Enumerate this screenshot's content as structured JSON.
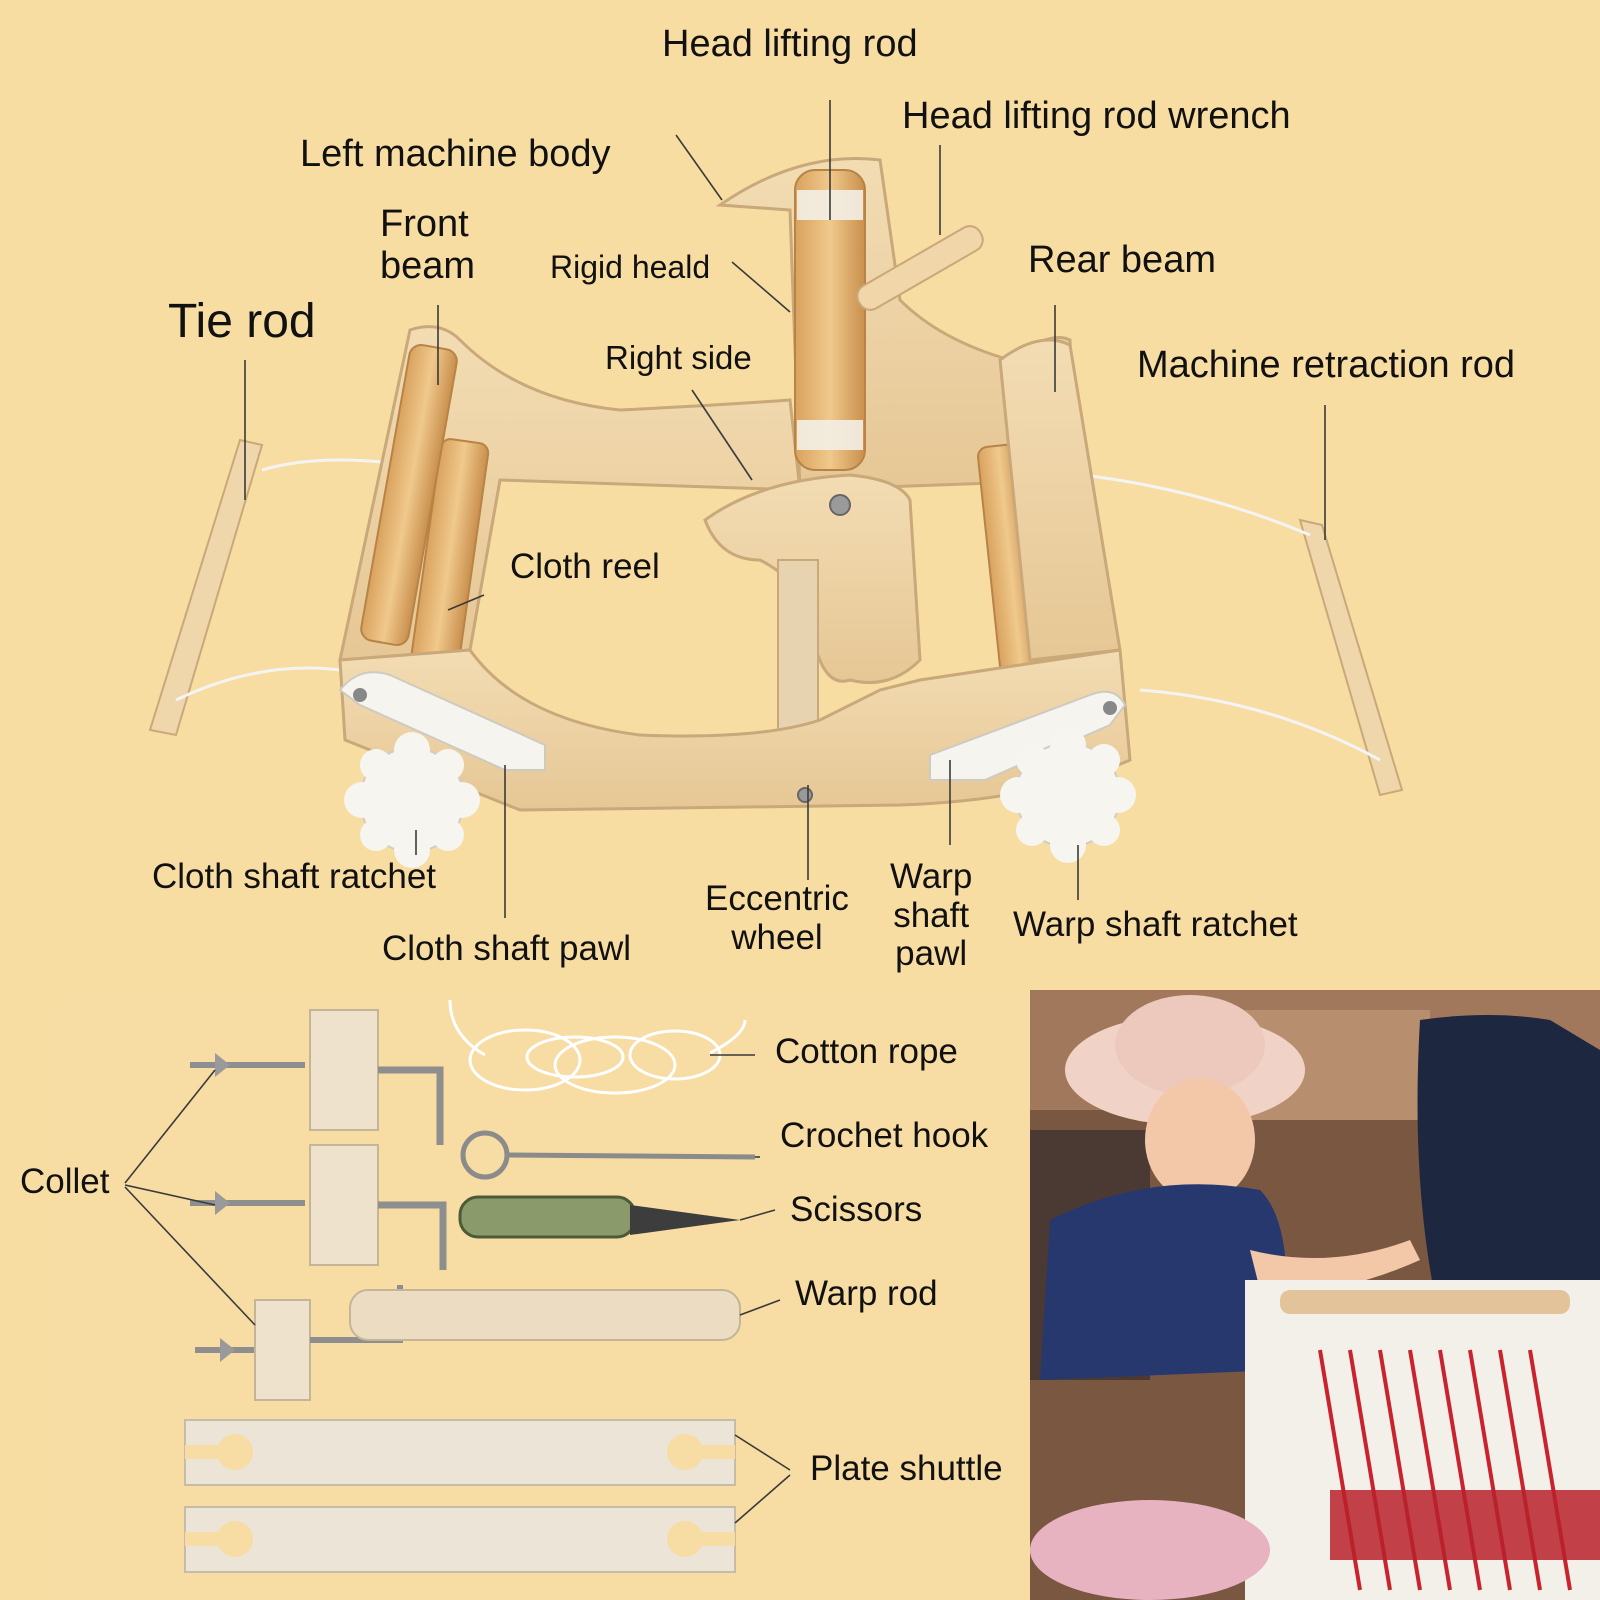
{
  "labels": {
    "head_lifting_rod": "Head lifting rod",
    "head_lifting_rod_wrench": "Head lifting rod wrench",
    "left_machine_body": "Left machine body",
    "front_beam": "Front\nbeam",
    "rigid_heald": "Rigid heald",
    "rear_beam": "Rear beam",
    "tie_rod": "Tie rod",
    "right_side": "Right side",
    "machine_retraction_rod": "Machine retraction rod",
    "cloth_reel": "Cloth reel",
    "cloth_shaft_ratchet": "Cloth shaft ratchet",
    "cloth_shaft_pawl": "Cloth shaft pawl",
    "eccentric_wheel": "Eccentric\nwheel",
    "warp_shaft_pawl": "Warp\nshaft\npawl",
    "warp_shaft_ratchet": "Warp shaft ratchet",
    "cotton_rope": "Cotton rope",
    "crochet_hook": "Crochet hook",
    "scissors": "Scissors",
    "warp_rod": "Warp rod",
    "collet": "Collet",
    "plate_shuttle": "Plate shuttle"
  },
  "colors": {
    "background": "#f8dda3",
    "wood_light": "#eed3a6",
    "wood_edge": "#c9a879",
    "dowel": "#e6b97c",
    "plastic": "#f4f2ee",
    "leader": "#3a3a3a",
    "label_text": "#111111"
  }
}
